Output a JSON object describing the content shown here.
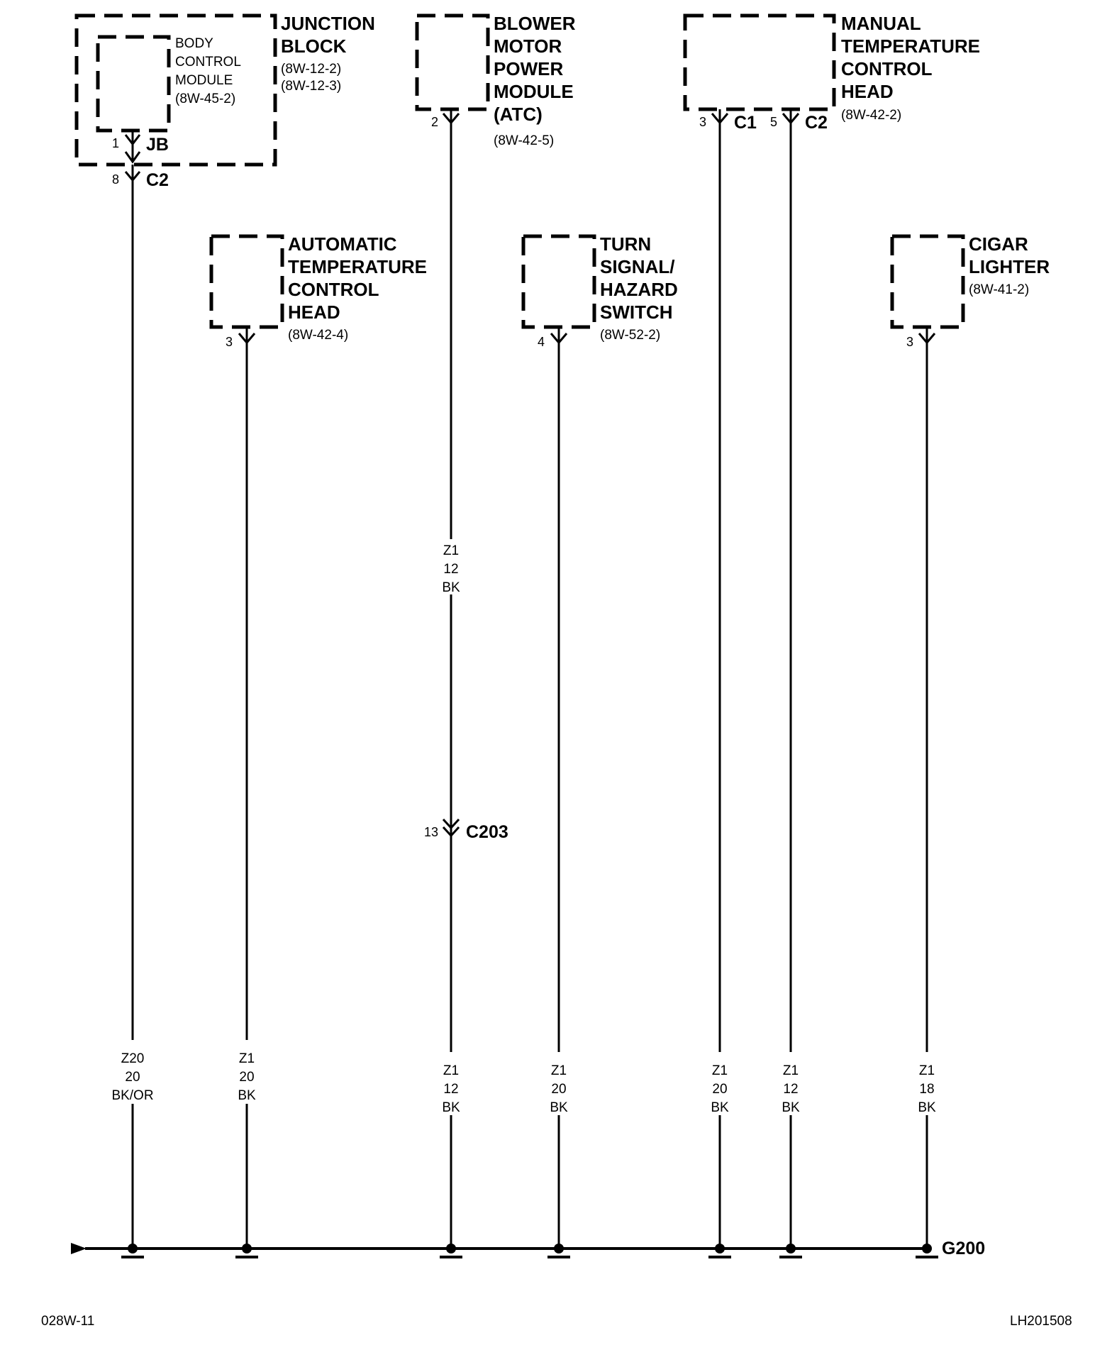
{
  "components": {
    "junction_block": {
      "name": [
        "JUNCTION",
        "BLOCK"
      ],
      "refs": [
        "(8W-12-2)",
        "(8W-12-3)"
      ]
    },
    "body_control_module": {
      "name": [
        "BODY",
        "CONTROL",
        "MODULE"
      ],
      "refs": [
        "(8W-45-2)"
      ]
    },
    "blower_motor_power_module": {
      "name": [
        "BLOWER",
        "MOTOR",
        "POWER",
        "MODULE",
        "(ATC)"
      ],
      "refs": [
        "(8W-42-5)"
      ]
    },
    "manual_temp_control_head": {
      "name": [
        "MANUAL",
        "TEMPERATURE",
        "CONTROL",
        "HEAD"
      ],
      "refs": [
        "(8W-42-2)"
      ]
    },
    "automatic_temp_control_head": {
      "name": [
        "AUTOMATIC",
        "TEMPERATURE",
        "CONTROL",
        "HEAD"
      ],
      "refs": [
        "(8W-42-4)"
      ]
    },
    "turn_signal_hazard_switch": {
      "name": [
        "TURN",
        "SIGNAL/",
        "HAZARD",
        "SWITCH"
      ],
      "refs": [
        "(8W-52-2)"
      ]
    },
    "cigar_lighter": {
      "name": [
        "CIGAR",
        "LIGHTER"
      ],
      "refs": [
        "(8W-41-2)"
      ]
    }
  },
  "connectors": {
    "bcm_jb": {
      "pin": "1",
      "name": "JB"
    },
    "jb_c2": {
      "pin": "8",
      "name": "C2"
    },
    "blower": {
      "pin": "2"
    },
    "mtc_c1": {
      "pin": "3",
      "name": "C1"
    },
    "mtc_c2": {
      "pin": "5",
      "name": "C2"
    },
    "atc": {
      "pin": "3"
    },
    "turn": {
      "pin": "4"
    },
    "cigar": {
      "pin": "3"
    },
    "c203": {
      "pin": "13",
      "name": "C203"
    }
  },
  "wires": {
    "bcm": [
      "Z20",
      "20",
      "BK/OR"
    ],
    "atc": [
      "Z1",
      "20",
      "BK"
    ],
    "blower_upper": [
      "Z1",
      "12",
      "BK"
    ],
    "blower": [
      "Z1",
      "12",
      "BK"
    ],
    "turn": [
      "Z1",
      "20",
      "BK"
    ],
    "mtc_c1": [
      "Z1",
      "20",
      "BK"
    ],
    "mtc_c2": [
      "Z1",
      "12",
      "BK"
    ],
    "cigar": [
      "Z1",
      "18",
      "BK"
    ]
  },
  "ground": {
    "name": "G200"
  },
  "footer": {
    "left": "028W-11",
    "right": "LH201508"
  }
}
